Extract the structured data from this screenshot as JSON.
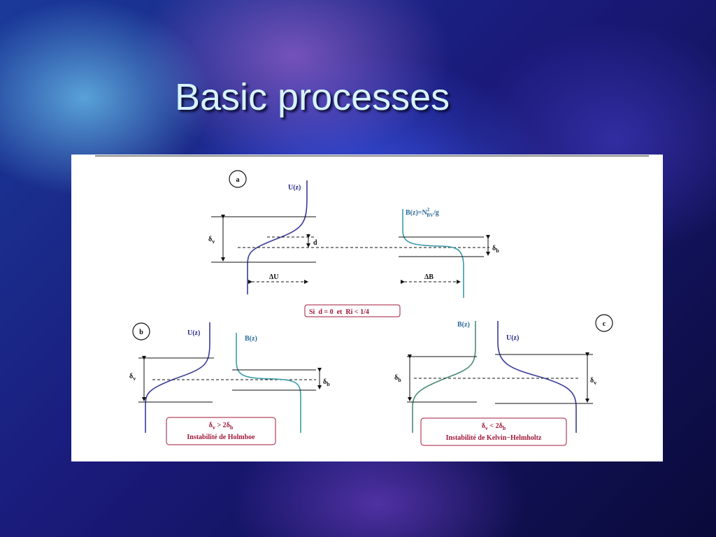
{
  "slide": {
    "title": "Basic processes"
  },
  "figure": {
    "panel_a": {
      "tag": "a",
      "u_label": "U(z)",
      "b_label_main": "B(z)=N",
      "b_label_sup": "2",
      "b_label_sub": "BV",
      "b_label_tail": "/g",
      "delta": "δ",
      "delta_v_sub": "v",
      "delta_b_sub": "b",
      "d_label": "d",
      "du_label": "ΔU",
      "db_label": "ΔB",
      "condition": "Si  d = 0  et  Ri < 1/4"
    },
    "panel_b": {
      "tag": "b",
      "u_label": "U(z)",
      "b_label": "B(z)",
      "delta": "δ",
      "delta_v_sub": "v",
      "delta_b_sub": "b",
      "ineq_a": "δ",
      "ineq_a_sub": "v",
      "ineq_op": " > 2δ",
      "ineq_b_sub": "b",
      "caption": "Instabilité de Holmboe"
    },
    "panel_c": {
      "tag": "c",
      "u_label": "U(z)",
      "b_label": "B(z)",
      "delta": "δ",
      "delta_v_sub": "v",
      "delta_b_sub": "b",
      "ineq_a": "δ",
      "ineq_a_sub": "v",
      "ineq_op": " < 2δ",
      "ineq_b_sub": "b",
      "caption": "Instabilité de Kelvin−Helmholtz"
    },
    "colors": {
      "u_curve": "#3a3a9a",
      "b_curve": "#3a9aa8",
      "b_curve_c": "#4a8a78",
      "accent": "#a01838",
      "line": "#111111"
    }
  }
}
